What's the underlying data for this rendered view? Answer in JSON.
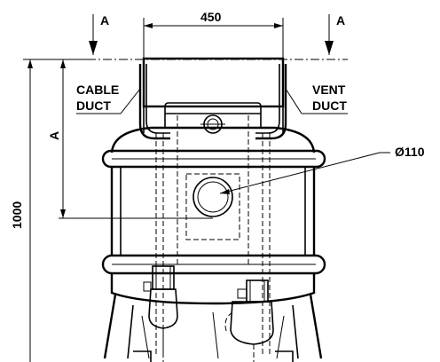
{
  "labels": {
    "section_left": "A",
    "section_right": "A",
    "width_dim": "450",
    "height_dim": "1000",
    "inner_dim": "A",
    "cable_line1": "CABLE",
    "cable_line2": "DUCT",
    "vent_line1": "VENT",
    "vent_line2": "DUCT",
    "pipe_dia": "Ø110"
  }
}
